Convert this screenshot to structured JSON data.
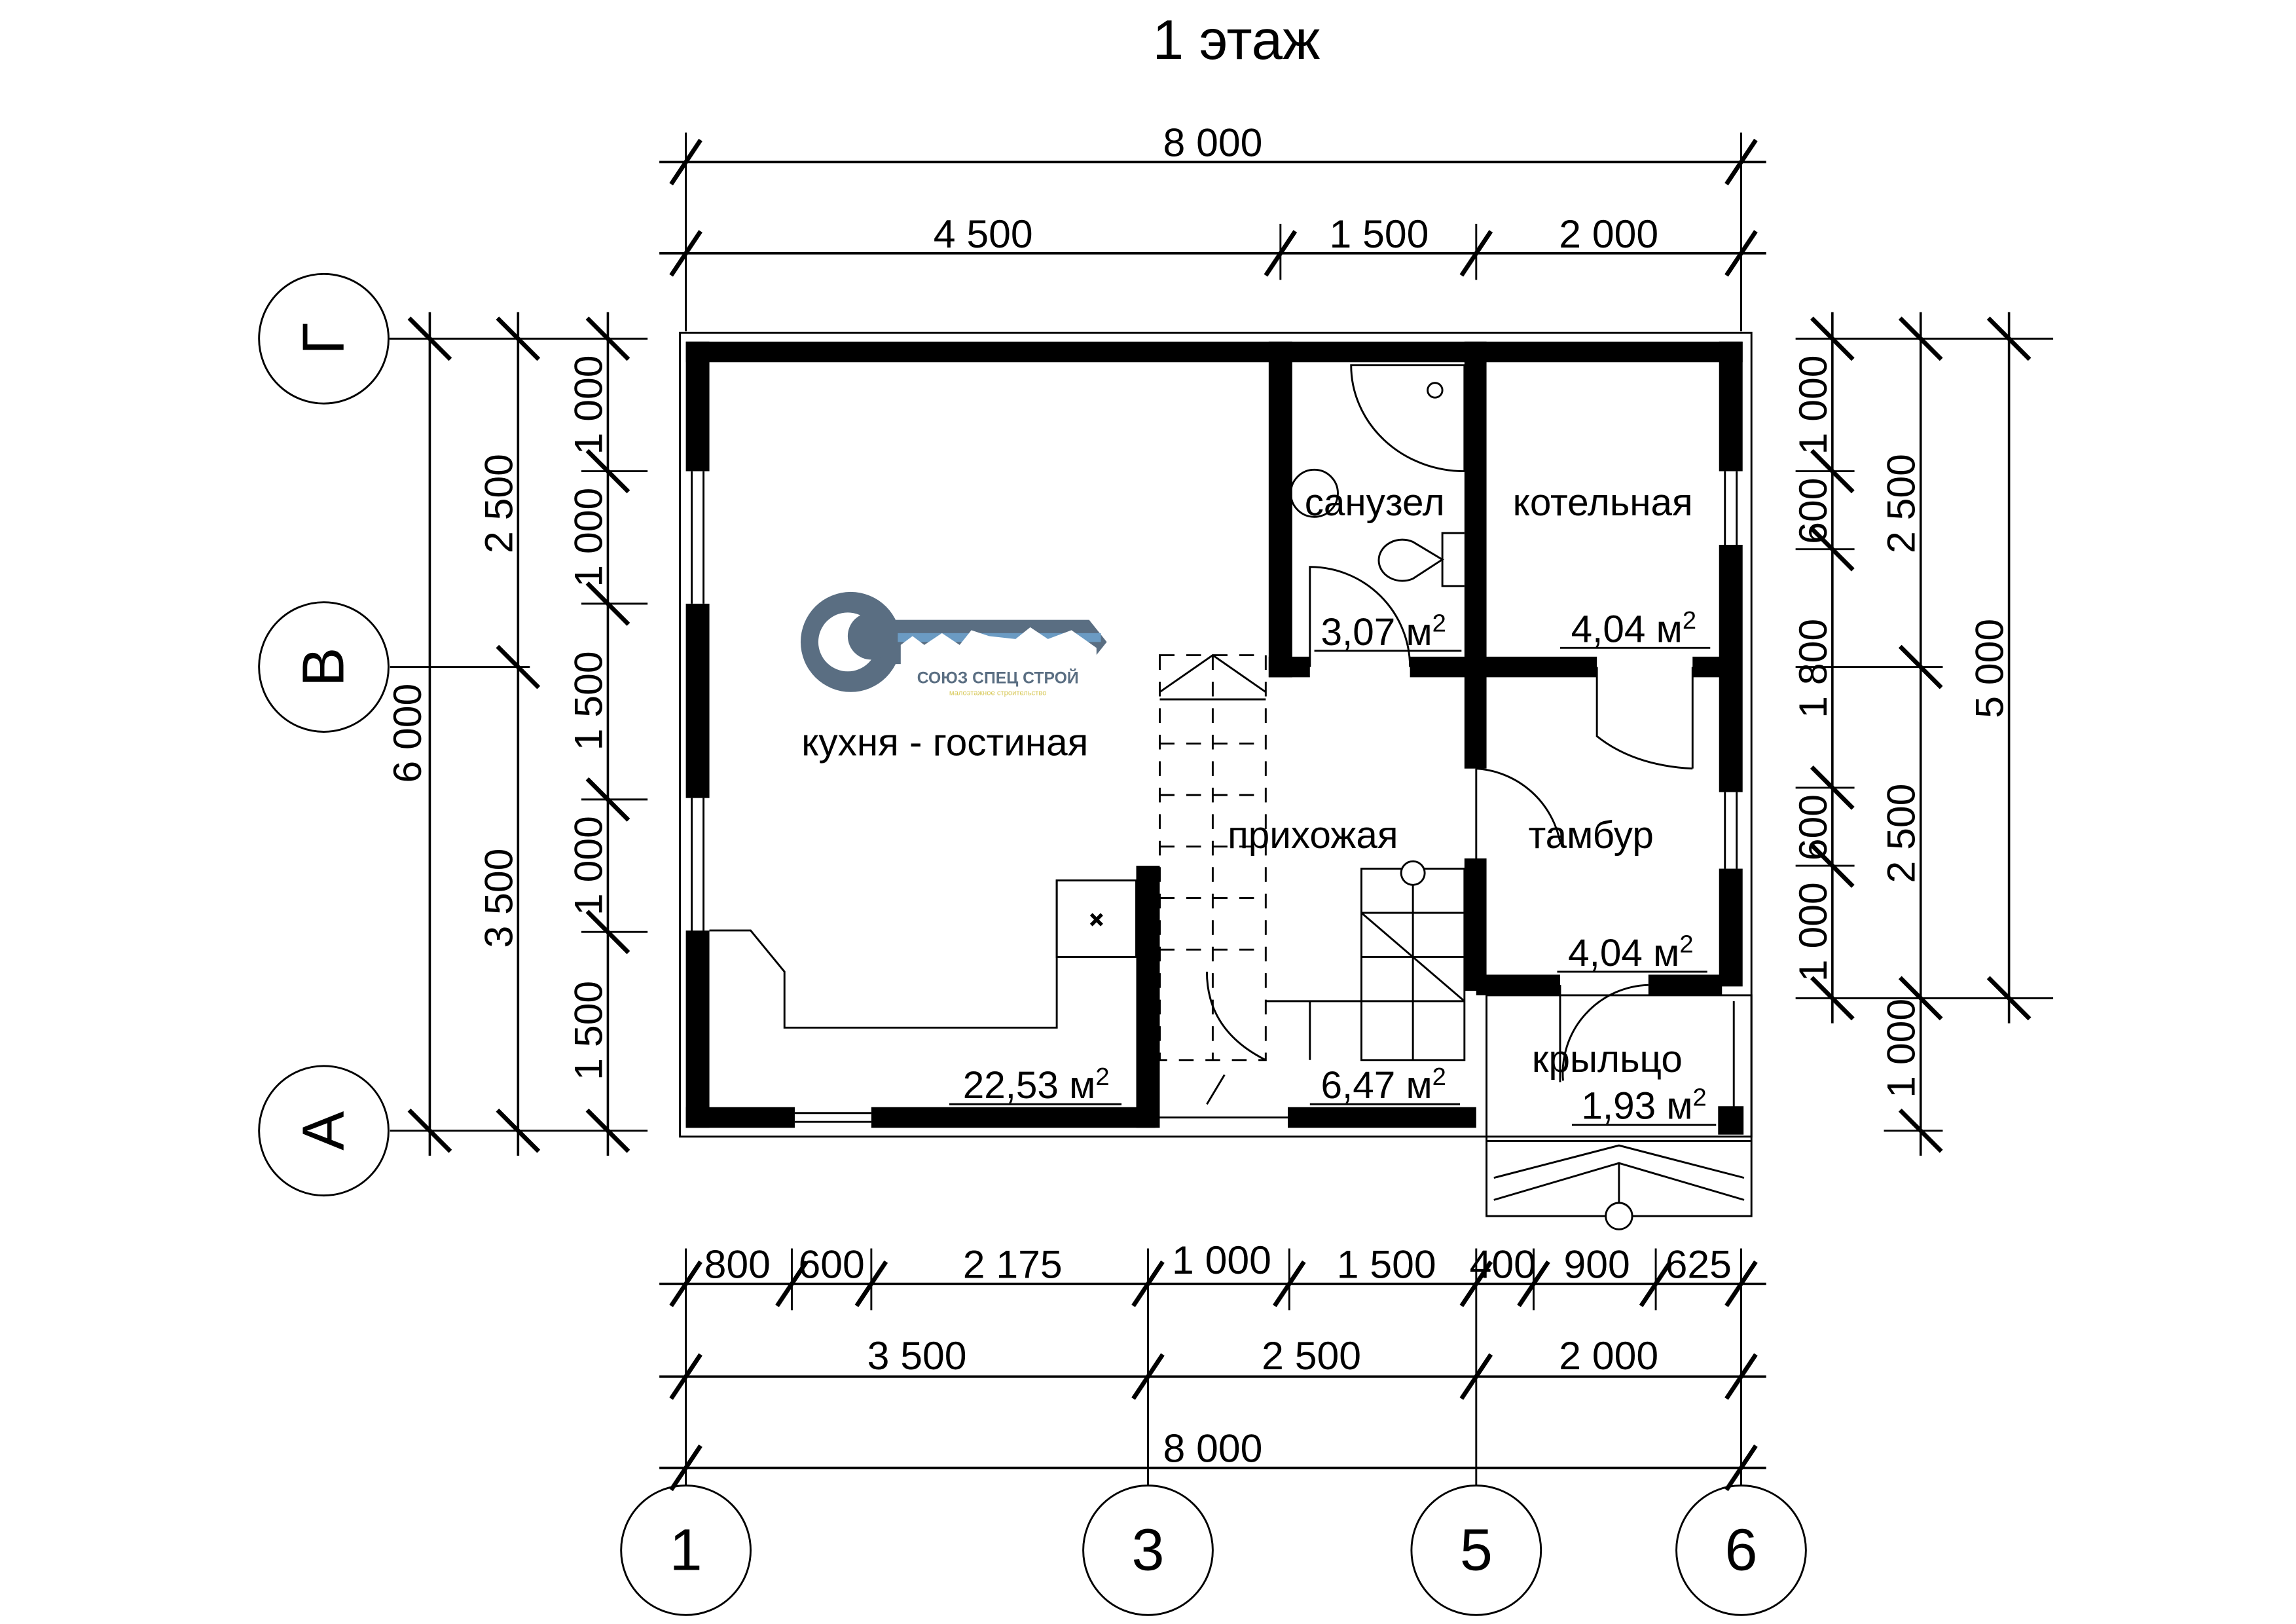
{
  "title": "1 этаж",
  "logo": {
    "name": "СОЮЗ СПЕЦ СТРОЙ",
    "tagline": "малоэтажное строительство",
    "colors": {
      "key": "#5a6e82",
      "band": "#6b9bc3",
      "windows": "#e8d86a"
    }
  },
  "axes": {
    "columns": [
      "1",
      "3",
      "5",
      "6"
    ],
    "rows": [
      "Г",
      "В",
      "А"
    ]
  },
  "dimensions": {
    "top_total": "8 000",
    "top": [
      "4 500",
      "1 500",
      "2 000"
    ],
    "bottom_detail": [
      "800",
      "600",
      "2 175",
      "1 000",
      "1 500",
      "400",
      "900",
      "625"
    ],
    "bottom_axes": [
      "3 500",
      "2 500",
      "2 000"
    ],
    "bottom_total": "8 000",
    "left_total": "6 000",
    "left_axes": [
      "2 500",
      "3 500"
    ],
    "left_detail": [
      "1 000",
      "1 000",
      "1 500",
      "1 000",
      "1 500"
    ],
    "right_detail": [
      "1 000",
      "600",
      "1 800",
      "600",
      "1 000"
    ],
    "right_axes": [
      "2 500",
      "2 500",
      "1 000"
    ],
    "right_total": "5 000"
  },
  "rooms": [
    {
      "name": "кухня - гостиная",
      "area": "22,53 м",
      "sup": "2"
    },
    {
      "name": "санузел",
      "area": "3,07 м",
      "sup": "2"
    },
    {
      "name": "котельная",
      "area": "4,04 м",
      "sup": "2"
    },
    {
      "name": "прихожая",
      "area": "6,47 м",
      "sup": "2"
    },
    {
      "name": "тамбур",
      "area": "4,04 м",
      "sup": "2"
    },
    {
      "name": "крыльцо",
      "area": "1,93 м",
      "sup": "2"
    }
  ]
}
